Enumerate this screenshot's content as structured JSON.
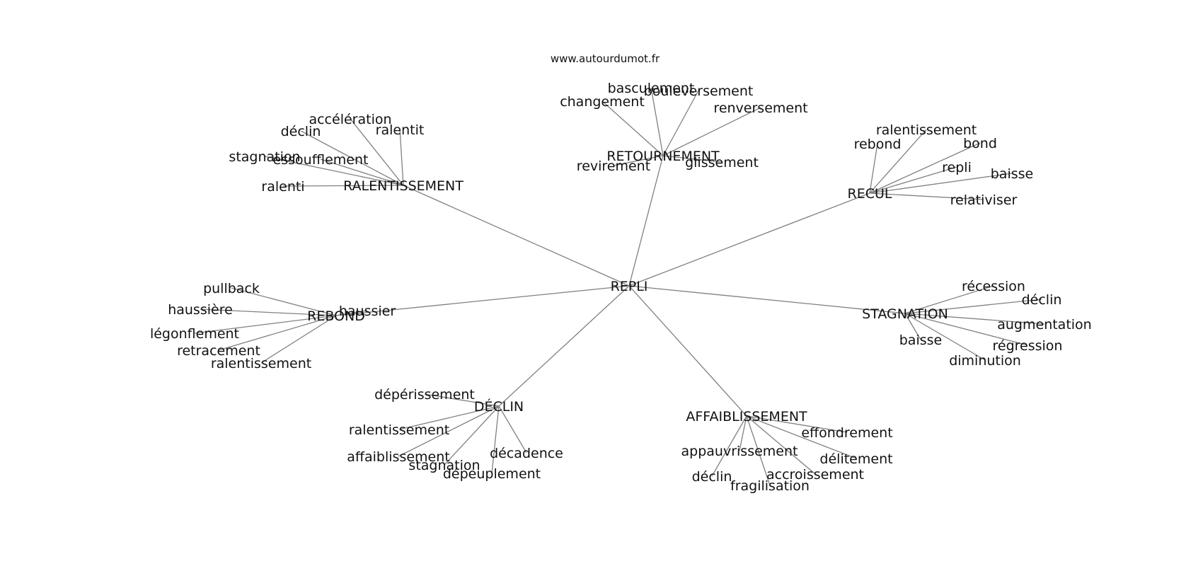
{
  "watermark": "www.autourdumot.fr",
  "graph": {
    "center": "REPLI",
    "hubs": [
      {
        "label": "RALENTISSEMENT",
        "leaves": [
          "accélération",
          "ralentit",
          "déclin",
          "stagnation",
          "essoufflement",
          "ralenti"
        ]
      },
      {
        "label": "RETOURNEMENT",
        "leaves": [
          "basculement",
          "bouleversement",
          "changement",
          "renversement",
          "revirement",
          "glissement"
        ]
      },
      {
        "label": "RECUL",
        "leaves": [
          "ralentissement",
          "rebond",
          "bond",
          "repli",
          "baisse",
          "relativiser"
        ]
      },
      {
        "label": "REBOND",
        "leaves": [
          "pullback",
          "haussière",
          "haussier",
          "légonflement",
          "retracement",
          "ralentissement"
        ]
      },
      {
        "label": "STAGNATION",
        "leaves": [
          "récession",
          "déclin",
          "augmentation",
          "baisse",
          "régression",
          "diminution"
        ]
      },
      {
        "label": "DÉCLIN",
        "leaves": [
          "dépérissement",
          "ralentissement",
          "affaiblissement",
          "stagnation",
          "dépeuplement",
          "décadence"
        ]
      },
      {
        "label": "AFFAIBLISSEMENT",
        "leaves": [
          "effondrement",
          "appauvrissement",
          "délitement",
          "accroissement",
          "déclin",
          "fragilisation"
        ]
      }
    ]
  }
}
